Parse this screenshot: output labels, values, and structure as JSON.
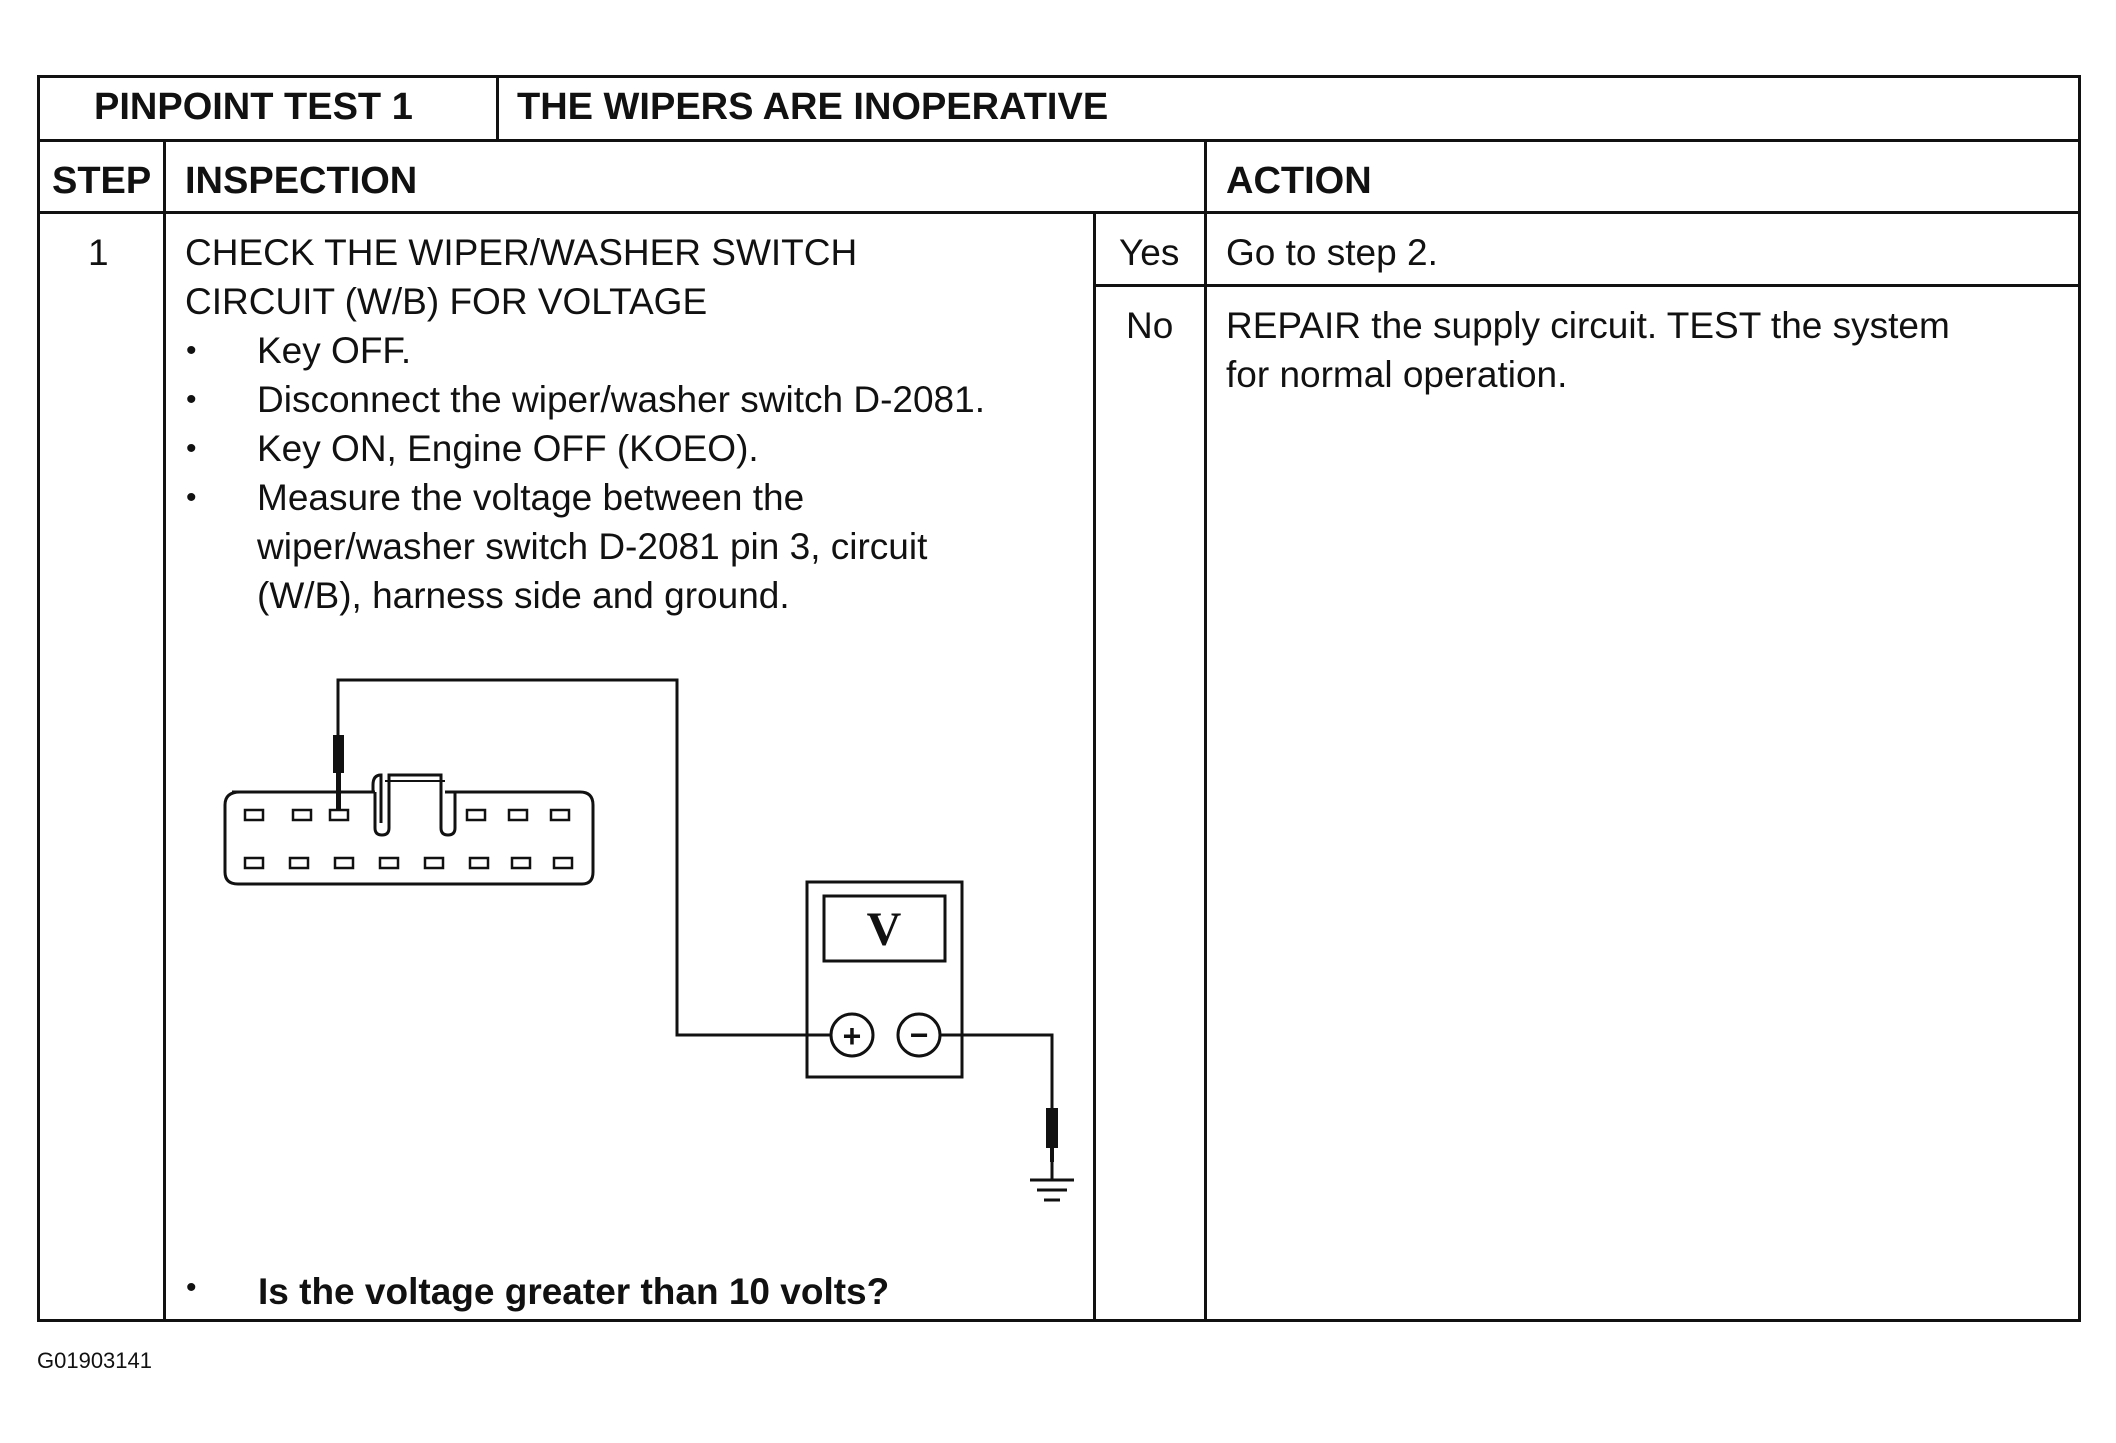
{
  "header": {
    "test_label": "PINPOINT TEST 1",
    "test_title": "THE WIPERS ARE INOPERATIVE"
  },
  "columns": {
    "step": "STEP",
    "inspection": "INSPECTION",
    "action": "ACTION"
  },
  "step": {
    "number": "1",
    "title_line1": "CHECK THE WIPER/WASHER SWITCH",
    "title_line2": "CIRCUIT (W/B) FOR VOLTAGE",
    "bullets": [
      "Key OFF.",
      "Disconnect the wiper/washer switch D-2081.",
      "Key ON, Engine OFF (KOEO).",
      "Measure the voltage between the",
      "wiper/washer switch D-2081 pin 3, circuit",
      "(W/B), harness side and ground."
    ],
    "question": "Is the voltage greater than 10 volts?",
    "yes_label": "Yes",
    "yes_action": "Go to step 2.",
    "no_label": "No",
    "no_action_line1": "REPAIR the supply circuit.  TEST the system",
    "no_action_line2": "for normal operation."
  },
  "diagram": {
    "meter_symbol": "V",
    "plus_symbol": "+",
    "minus_symbol": "−"
  },
  "figure_id": "G01903141"
}
